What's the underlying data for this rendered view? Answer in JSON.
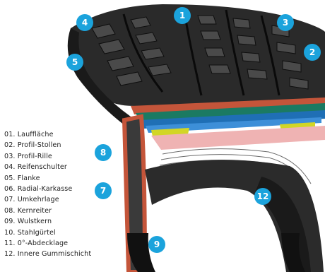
{
  "colors": {
    "badge": "#1ba3dc",
    "rubber_dark": "#151515",
    "rubber_mid": "#3a3a3a",
    "cap_ply": "#1b7a62",
    "belt_steel": "#1f6fb5",
    "rim_cushion": "#d2d626",
    "inner_liner": "#efb3b3",
    "tread_base": "#c4553a"
  },
  "legend": [
    "01. Lauffläche",
    "02. Profil-Stollen",
    "03. Profil-Rille",
    "04. Reifenschulter",
    "05. Flanke",
    "06. Radial-Karkasse",
    "07. Umkehrlage",
    "08. Kernreiter",
    "09. Wulstkern",
    "10. Stahlgürtel",
    "11. 0°-Abdecklage",
    "12. Innere Gummischicht"
  ],
  "badges": {
    "b1": "1",
    "b2": "2",
    "b3": "3",
    "b4": "4",
    "b5": "5",
    "b7": "7",
    "b8": "8",
    "b9": "9",
    "b12": "12"
  }
}
